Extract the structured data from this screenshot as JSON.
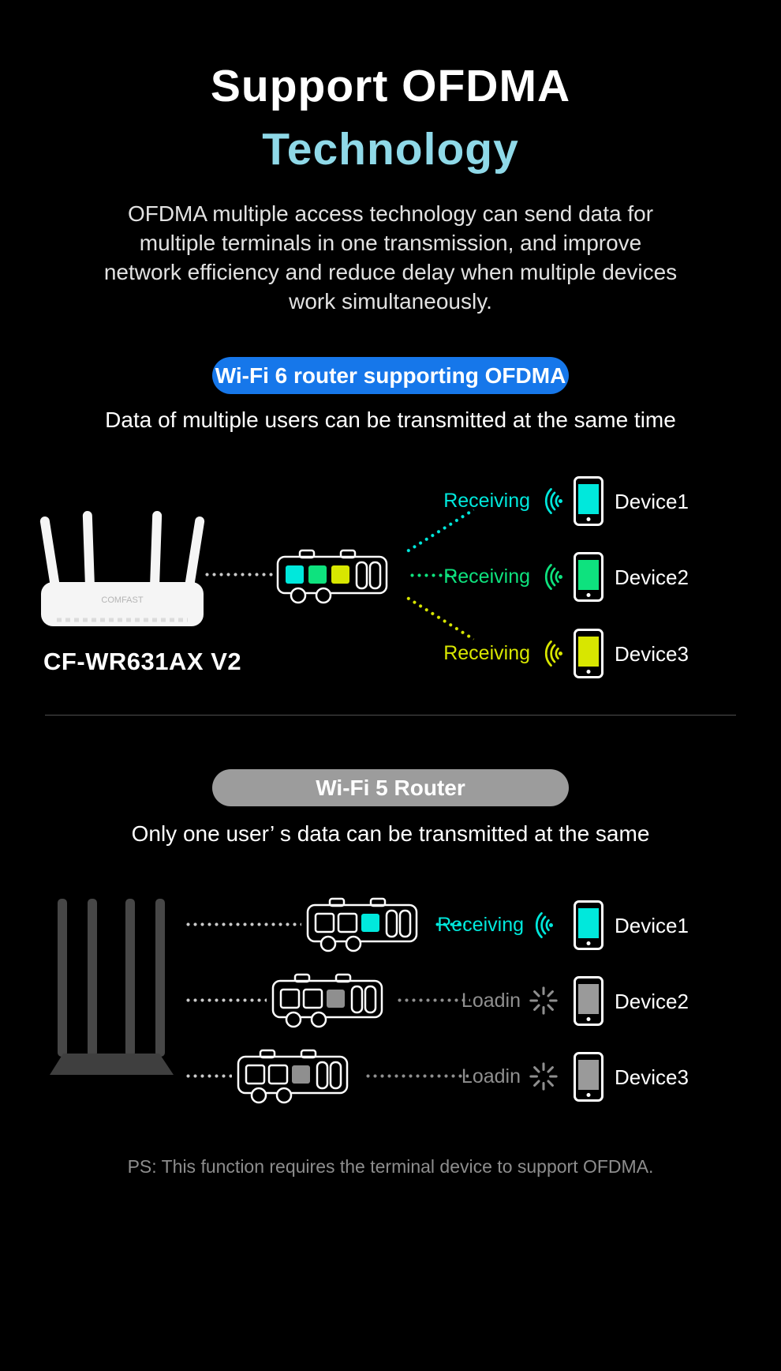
{
  "header": {
    "title_line1": "Support OFDMA",
    "title_line2": "Technology",
    "description": "OFDMA multiple access technology can send data for multiple terminals in one transmission, and improve network efficiency and reduce delay when multiple devices work simultaneously."
  },
  "wifi6": {
    "badge": "Wi-Fi 6 router supporting OFDMA",
    "subtitle": "Data of multiple users can be transmitted at the same time",
    "router_model": "CF-WR631AX V2",
    "router_brand": "COMFAST",
    "rows": [
      {
        "status": "Receiving",
        "device": "Device1",
        "color": "#00e8dc"
      },
      {
        "status": "Receiving",
        "device": "Device2",
        "color": "#0ee27e"
      },
      {
        "status": "Receiving",
        "device": "Device3",
        "color": "#d8e600"
      }
    ]
  },
  "wifi5": {
    "badge": "Wi-Fi 5 Router",
    "subtitle": "Only one user’ s data can be transmitted at the same",
    "rows": [
      {
        "status": "Receiving",
        "device": "Device1",
        "color": "#00e8dc",
        "state": "receiving"
      },
      {
        "status": "Loadin",
        "device": "Device2",
        "color": "#8f8f8f",
        "state": "loading"
      },
      {
        "status": "Loadin",
        "device": "Device3",
        "color": "#8f8f8f",
        "state": "loading"
      }
    ]
  },
  "footer": {
    "note": "PS: This function requires the terminal device to support OFDMA."
  },
  "colors": {
    "accent_blue": "#1677ea",
    "title_cyan": "#8fd9e8",
    "cyan": "#00e8dc",
    "green": "#0ee27e",
    "yellow": "#d8e600",
    "gray": "#8f8f8f",
    "badge_gray": "#9c9c9c",
    "background": "#000000"
  },
  "icons": [
    "router-icon",
    "data-bus-icon",
    "wifi-signal-icon",
    "loading-spinner-icon",
    "smartphone-icon"
  ]
}
